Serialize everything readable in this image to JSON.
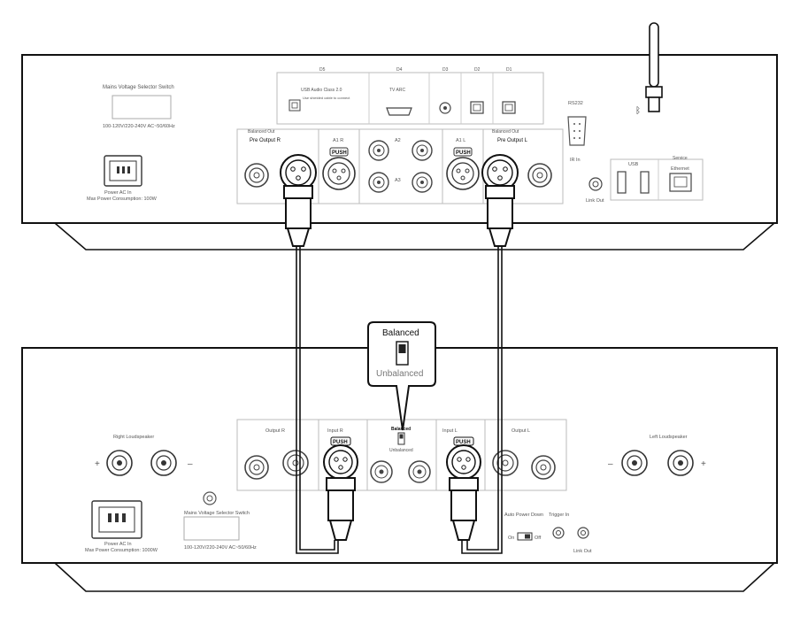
{
  "top_unit": {
    "voltage_switch_title": "Mains Voltage Selector Switch",
    "voltage_range": "100-120V/220-240V AC~50/60Hz",
    "power_label_1": "Power AC In",
    "power_label_2": "Max Power Consumption: 100W",
    "digital_inputs": [
      "D5",
      "D4",
      "D3",
      "D2",
      "D1"
    ],
    "usb_audio_label": "USB Audio Class 2.0",
    "usb_audio_note": "Use shielded cable to connect",
    "hdmi_label": "TV ARC",
    "pre_out_r_section": "Balanced Out",
    "pre_out_r_label": "Pre Output R",
    "pre_out_l_section": "Balanced Out",
    "pre_out_l_label": "Pre Output L",
    "a1_left": "A1 R",
    "a1_right": "A1 L",
    "push_label": "PUSH",
    "rca_labels": [
      "A2",
      "A3"
    ],
    "rs232_label": "RS232",
    "ir_in_label": "IR In",
    "usb_label": "USB",
    "service_label": "Service",
    "ethernet_label": "Ethernet",
    "link_out_label": "Link Out",
    "bluetooth_icon": "bluetooth-icon"
  },
  "callout": {
    "balanced": "Balanced",
    "unbalanced": "Unbalanced"
  },
  "bottom_unit": {
    "right_speaker_label": "Right Loudspeaker",
    "left_speaker_label": "Left Loudspeaker",
    "plus": "+",
    "minus": "–",
    "power_label_1": "Power AC In",
    "power_label_2": "Max Power Consumption: 1000W",
    "voltage_switch_title": "Mains Voltage Selector Switch",
    "voltage_range": "100-120V/220-240V AC~50/60Hz",
    "output_r": "Output R",
    "input_r": "Input R",
    "input_l": "Input L",
    "output_l": "Output L",
    "balanced_small": "Balanced",
    "unbalanced_small": "Unbalanced",
    "push_label": "PUSH",
    "auto_power_label": "Auto Power Down",
    "on_label": "On",
    "off_label": "Off",
    "trigger_label": "Trigger In",
    "link_out_label": "Link Out"
  }
}
